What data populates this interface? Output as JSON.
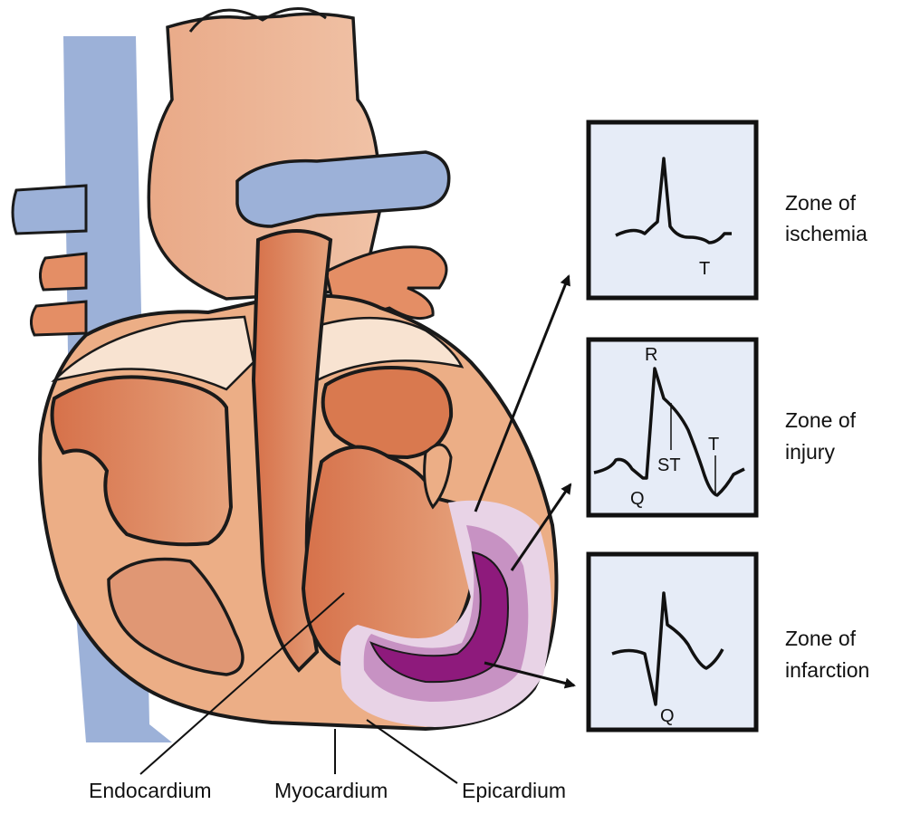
{
  "diagram": {
    "structures": [
      "heart",
      "aorta",
      "pulmonary-artery",
      "superior-vena-cava",
      "ventricular-septum"
    ],
    "layer_labels": {
      "endocardium": "Endocardium",
      "myocardium": "Myocardium",
      "epicardium": "Epicardium"
    },
    "zones": [
      {
        "name": "Zone of",
        "name2": "ischemia",
        "color": "#e8d3e6",
        "ecg": {
          "t": "T"
        }
      },
      {
        "name": "Zone of",
        "name2": "injury",
        "color": "#c792c3",
        "ecg": {
          "r": "R",
          "q": "Q",
          "st": "ST",
          "t": "T"
        }
      },
      {
        "name": "Zone of",
        "name2": "infarction",
        "color": "#8e1a7c",
        "ecg": {
          "q": "Q"
        }
      }
    ],
    "colors": {
      "heart_outer": "#ecae86",
      "chamber": "#d9794f",
      "vessel_blue": "#9cb1d8",
      "valve_pale": "#f8e3d1",
      "ecg_panel": "#e6ecf7",
      "outline": "#1a1a1a"
    }
  }
}
